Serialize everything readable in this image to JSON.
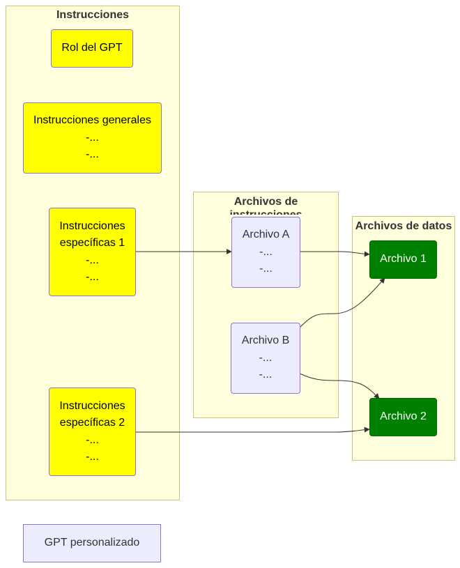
{
  "clusters": {
    "instrucciones": "Instrucciones",
    "archivos_instrucciones": "Archivos de instrucciones",
    "archivos_datos": "Archivos de datos"
  },
  "nodes": {
    "rol": [
      "Rol del GPT"
    ],
    "generales": [
      "Instrucciones generales",
      "-...",
      "-..."
    ],
    "especificas1": [
      "Instrucciones",
      "específicas 1",
      "-...",
      "-..."
    ],
    "especificas2": [
      "Instrucciones",
      "específicas 2",
      "-...",
      "-..."
    ],
    "archivo_a": [
      "Archivo A",
      "-...",
      "-..."
    ],
    "archivo_b": [
      "Archivo B",
      "-...",
      "-..."
    ],
    "archivo_1": [
      "Archivo 1"
    ],
    "archivo_2": [
      "Archivo 2"
    ],
    "gpt": [
      "GPT personalizado"
    ]
  },
  "edges": [
    {
      "from": "especificas1",
      "to": "archivo_a"
    },
    {
      "from": "archivo_a",
      "to": "archivo_1"
    },
    {
      "from": "archivo_b",
      "to": "archivo_1"
    },
    {
      "from": "archivo_b",
      "to": "archivo_2"
    },
    {
      "from": "especificas2",
      "to": "archivo_2"
    }
  ],
  "colors": {
    "cluster_fill": "#ffffde",
    "cluster_border": "#c8c87a",
    "yellow_node": "#ffff00",
    "lavender_node": "#ececff",
    "green_node": "#008000",
    "node_border": "#9370db",
    "edge": "#333333"
  }
}
